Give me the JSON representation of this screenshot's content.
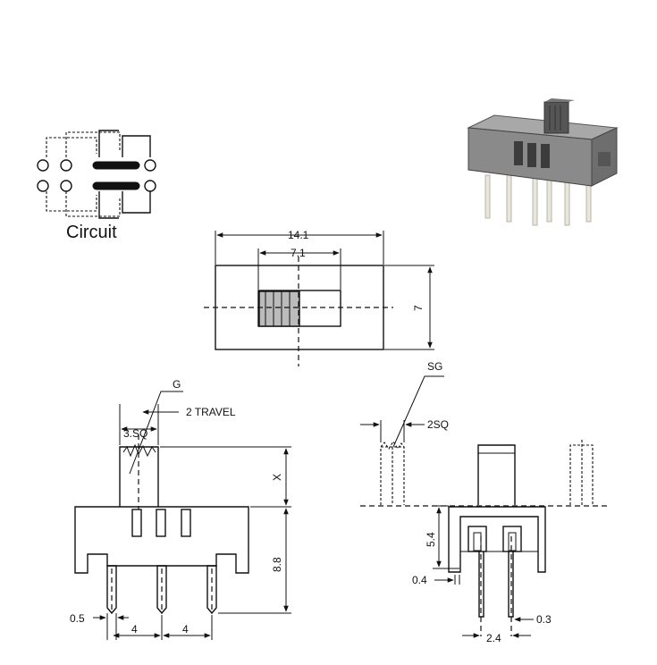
{
  "circuit": {
    "label": "Circuit"
  },
  "top_view": {
    "width_dim": "14.1",
    "inner_dim": "7.1",
    "height_dim": "7"
  },
  "front_view": {
    "g_label": "G",
    "travel_label": "2 TRAVEL",
    "sq_label": "3.SQ",
    "x_label": "X",
    "height_dim": "8.8",
    "pin_width_dim": "0.5",
    "pitch_left": "4",
    "pitch_right": "4"
  },
  "side_view": {
    "sg_label": "SG",
    "sq_label": "2SQ",
    "height_dim": "5.4",
    "left_pin_dim": "0.4",
    "right_pin_dim": "0.3",
    "pin_pitch_dim": "2.4"
  },
  "colors": {
    "line": "#111111",
    "body_gray": "#8a8a8a",
    "pin": "#e9e7dc"
  }
}
